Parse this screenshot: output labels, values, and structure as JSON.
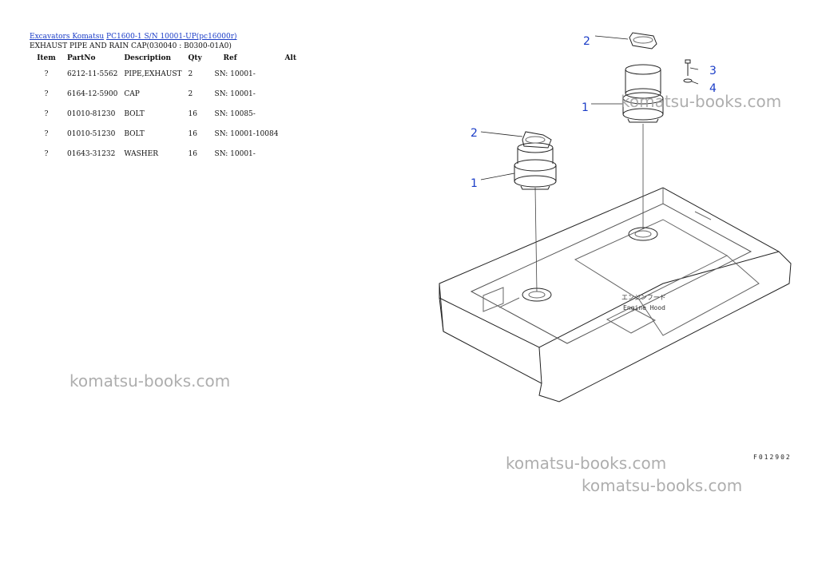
{
  "breadcrumb": {
    "link1": "Excavators Komatsu",
    "link2": "PC1600-1 S/N 10001-UP(pc16000r)"
  },
  "page_title": "EXHAUST PIPE AND RAIN CAP(030040 : B0300-01A0)",
  "table": {
    "headers": [
      "Item",
      "PartNo",
      "Description",
      "Qty",
      "Ref",
      "Alt"
    ],
    "rows": [
      {
        "item": "?",
        "part_no": "6212-11-5562",
        "description": "PIPE,EXHAUST",
        "qty": "2",
        "ref": "SN: 10001-",
        "alt": ""
      },
      {
        "item": "?",
        "part_no": "6164-12-5900",
        "description": "CAP",
        "qty": "2",
        "ref": "SN: 10001-",
        "alt": ""
      },
      {
        "item": "?",
        "part_no": "01010-81230",
        "description": "BOLT",
        "qty": "16",
        "ref": "SN: 10085-",
        "alt": ""
      },
      {
        "item": "?",
        "part_no": "01010-51230",
        "description": "BOLT",
        "qty": "16",
        "ref": "SN: 10001-10084",
        "alt": ""
      },
      {
        "item": "?",
        "part_no": "01643-31232",
        "description": "WASHER",
        "qty": "16",
        "ref": "SN: 10001-",
        "alt": ""
      }
    ]
  },
  "watermark_text": "komatsu-books.com",
  "drawing": {
    "callouts": [
      "2",
      "3",
      "4",
      "1",
      "2",
      "1"
    ],
    "hood_label_jp": "エンジンフード",
    "hood_label_en": "Engine Hood",
    "figure_number": "F012902"
  },
  "colors": {
    "link": "#1a3cc7",
    "callout": "#1a3cc7",
    "watermark": "#9a9a9a"
  }
}
